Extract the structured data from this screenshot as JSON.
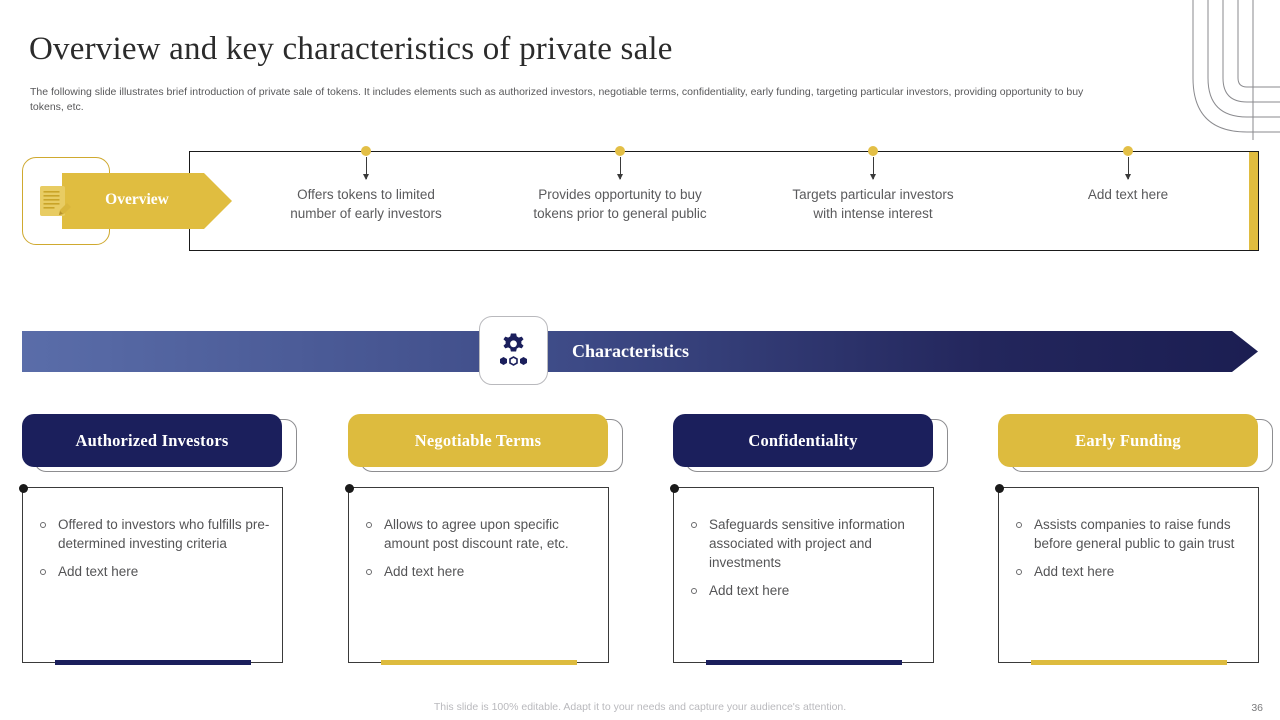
{
  "slide": {
    "title": "Overview and key characteristics of private sale",
    "subtitle": "The following slide illustrates brief introduction of private sale of tokens. It includes elements such as authorized investors, negotiable terms, confidentiality, early funding, targeting particular investors, providing opportunity to buy tokens, etc.",
    "footer_note": "This slide is 100% editable. Adapt it to your needs and capture your audience's attention.",
    "page_number": "36"
  },
  "overview": {
    "badge_label": "Overview",
    "badge_icon": "document-pencil-icon",
    "timeline": [
      {
        "text": "Offers tokens to limited number of early investors",
        "dot_color": "#e3bf46"
      },
      {
        "text": "Provides opportunity to buy tokens prior to general public",
        "dot_color": "#e3bf46"
      },
      {
        "text": "Targets particular investors with intense interest",
        "dot_color": "#e3bf46"
      },
      {
        "text": "Add text here",
        "dot_color": "#e3bf46"
      }
    ]
  },
  "characteristics": {
    "banner_title": "Characteristics",
    "banner_icon": "gear-dots-icon",
    "cards": [
      {
        "title": "Authorized Investors",
        "accent": "#1b1f5c",
        "bullets": [
          "Offered to investors who fulfills pre-determined investing criteria",
          "Add text here"
        ]
      },
      {
        "title": "Negotiable Terms",
        "accent": "#ddbb3e",
        "bullets": [
          "Allows to agree upon specific amount post discount rate, etc.",
          "Add text here"
        ]
      },
      {
        "title": "Confidentiality",
        "accent": "#1b1f5c",
        "bullets": [
          "Safeguards sensitive information associated with project and investments",
          "Add text here"
        ]
      },
      {
        "title": "Early Funding",
        "accent": "#ddbb3e",
        "bullets": [
          "Assists companies to raise funds before general public to gain trust",
          "Add text here"
        ]
      }
    ]
  },
  "theme": {
    "navy": "#1b1f5c",
    "gold": "#ddbb3e",
    "banner_start": "#5a6da9",
    "banner_end": "#1b1e52",
    "text_gray": "#545456"
  }
}
